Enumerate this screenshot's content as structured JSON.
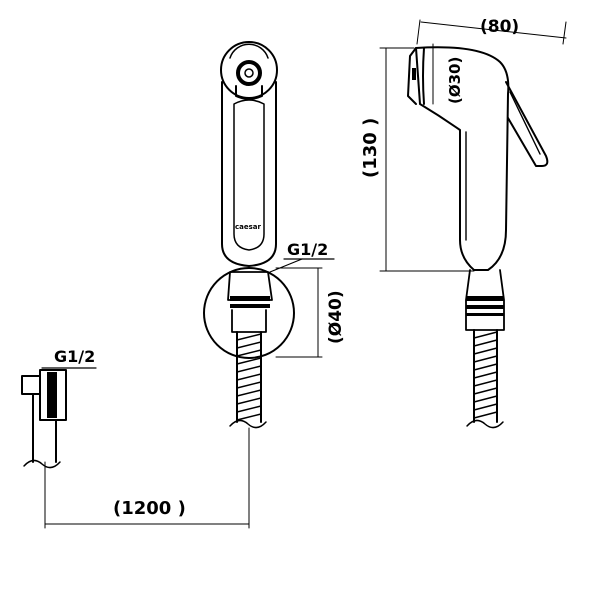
{
  "dimensions": {
    "width_80": "(80)",
    "diameter_30": "(Ø30)",
    "height_130": "(130 )",
    "diameter_40": "(Ø40)",
    "hose_1200": "(1200 )"
  },
  "threads": {
    "holder_thread": "G1/2",
    "hose_end_thread": "G1/2"
  },
  "brand_mark": "caesar",
  "colors": {
    "line": "#000000",
    "background": "#ffffff"
  }
}
